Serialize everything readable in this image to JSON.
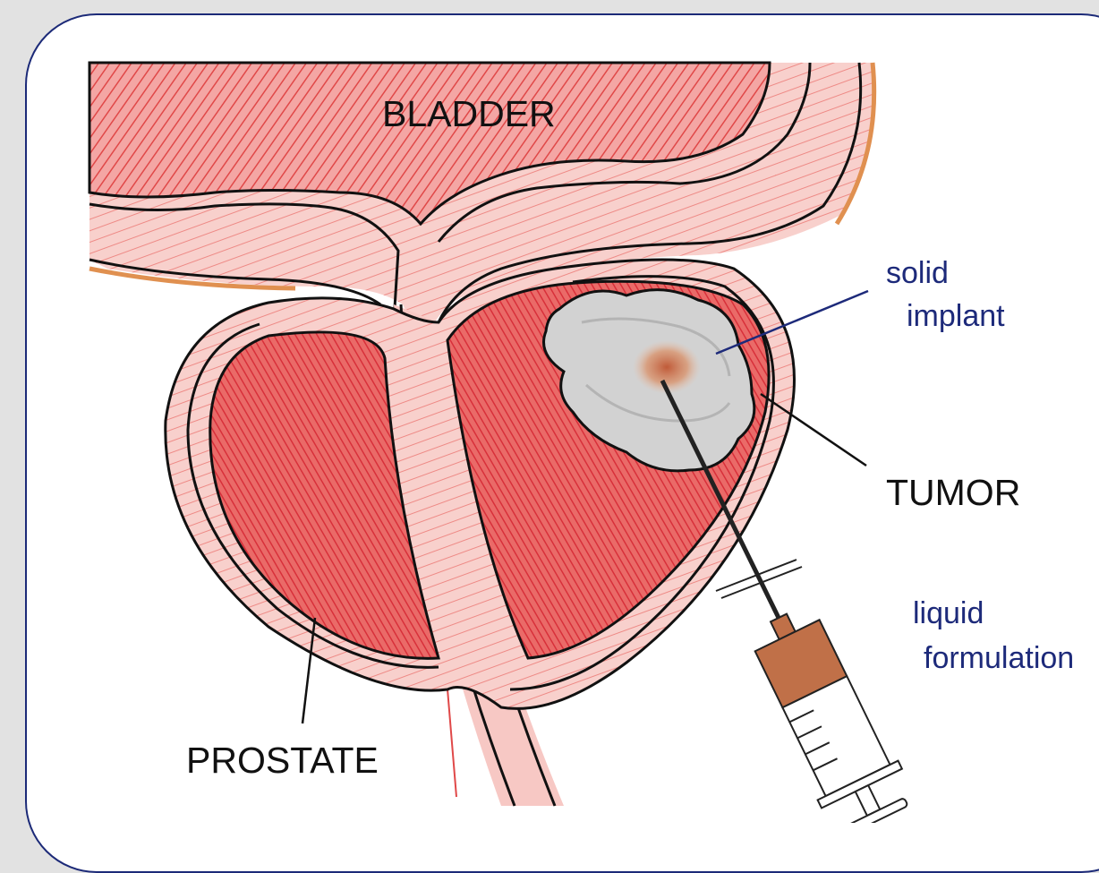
{
  "labels": {
    "bladder": "BLADDER",
    "prostate": "PROSTATE",
    "tumor": "TUMOR",
    "solid_implant_line1": "solid",
    "solid_implant_line2": "implant",
    "liquid_line1": "liquid",
    "liquid_line2": "formulation"
  },
  "colors": {
    "frame_border": "#1c2a78",
    "label_blue": "#1d2a7a",
    "tissue_red": "#e8413f",
    "tissue_pink": "#f2b3b3",
    "implant_gray": "#d5d5d5",
    "drug_brown": "#c07048"
  }
}
